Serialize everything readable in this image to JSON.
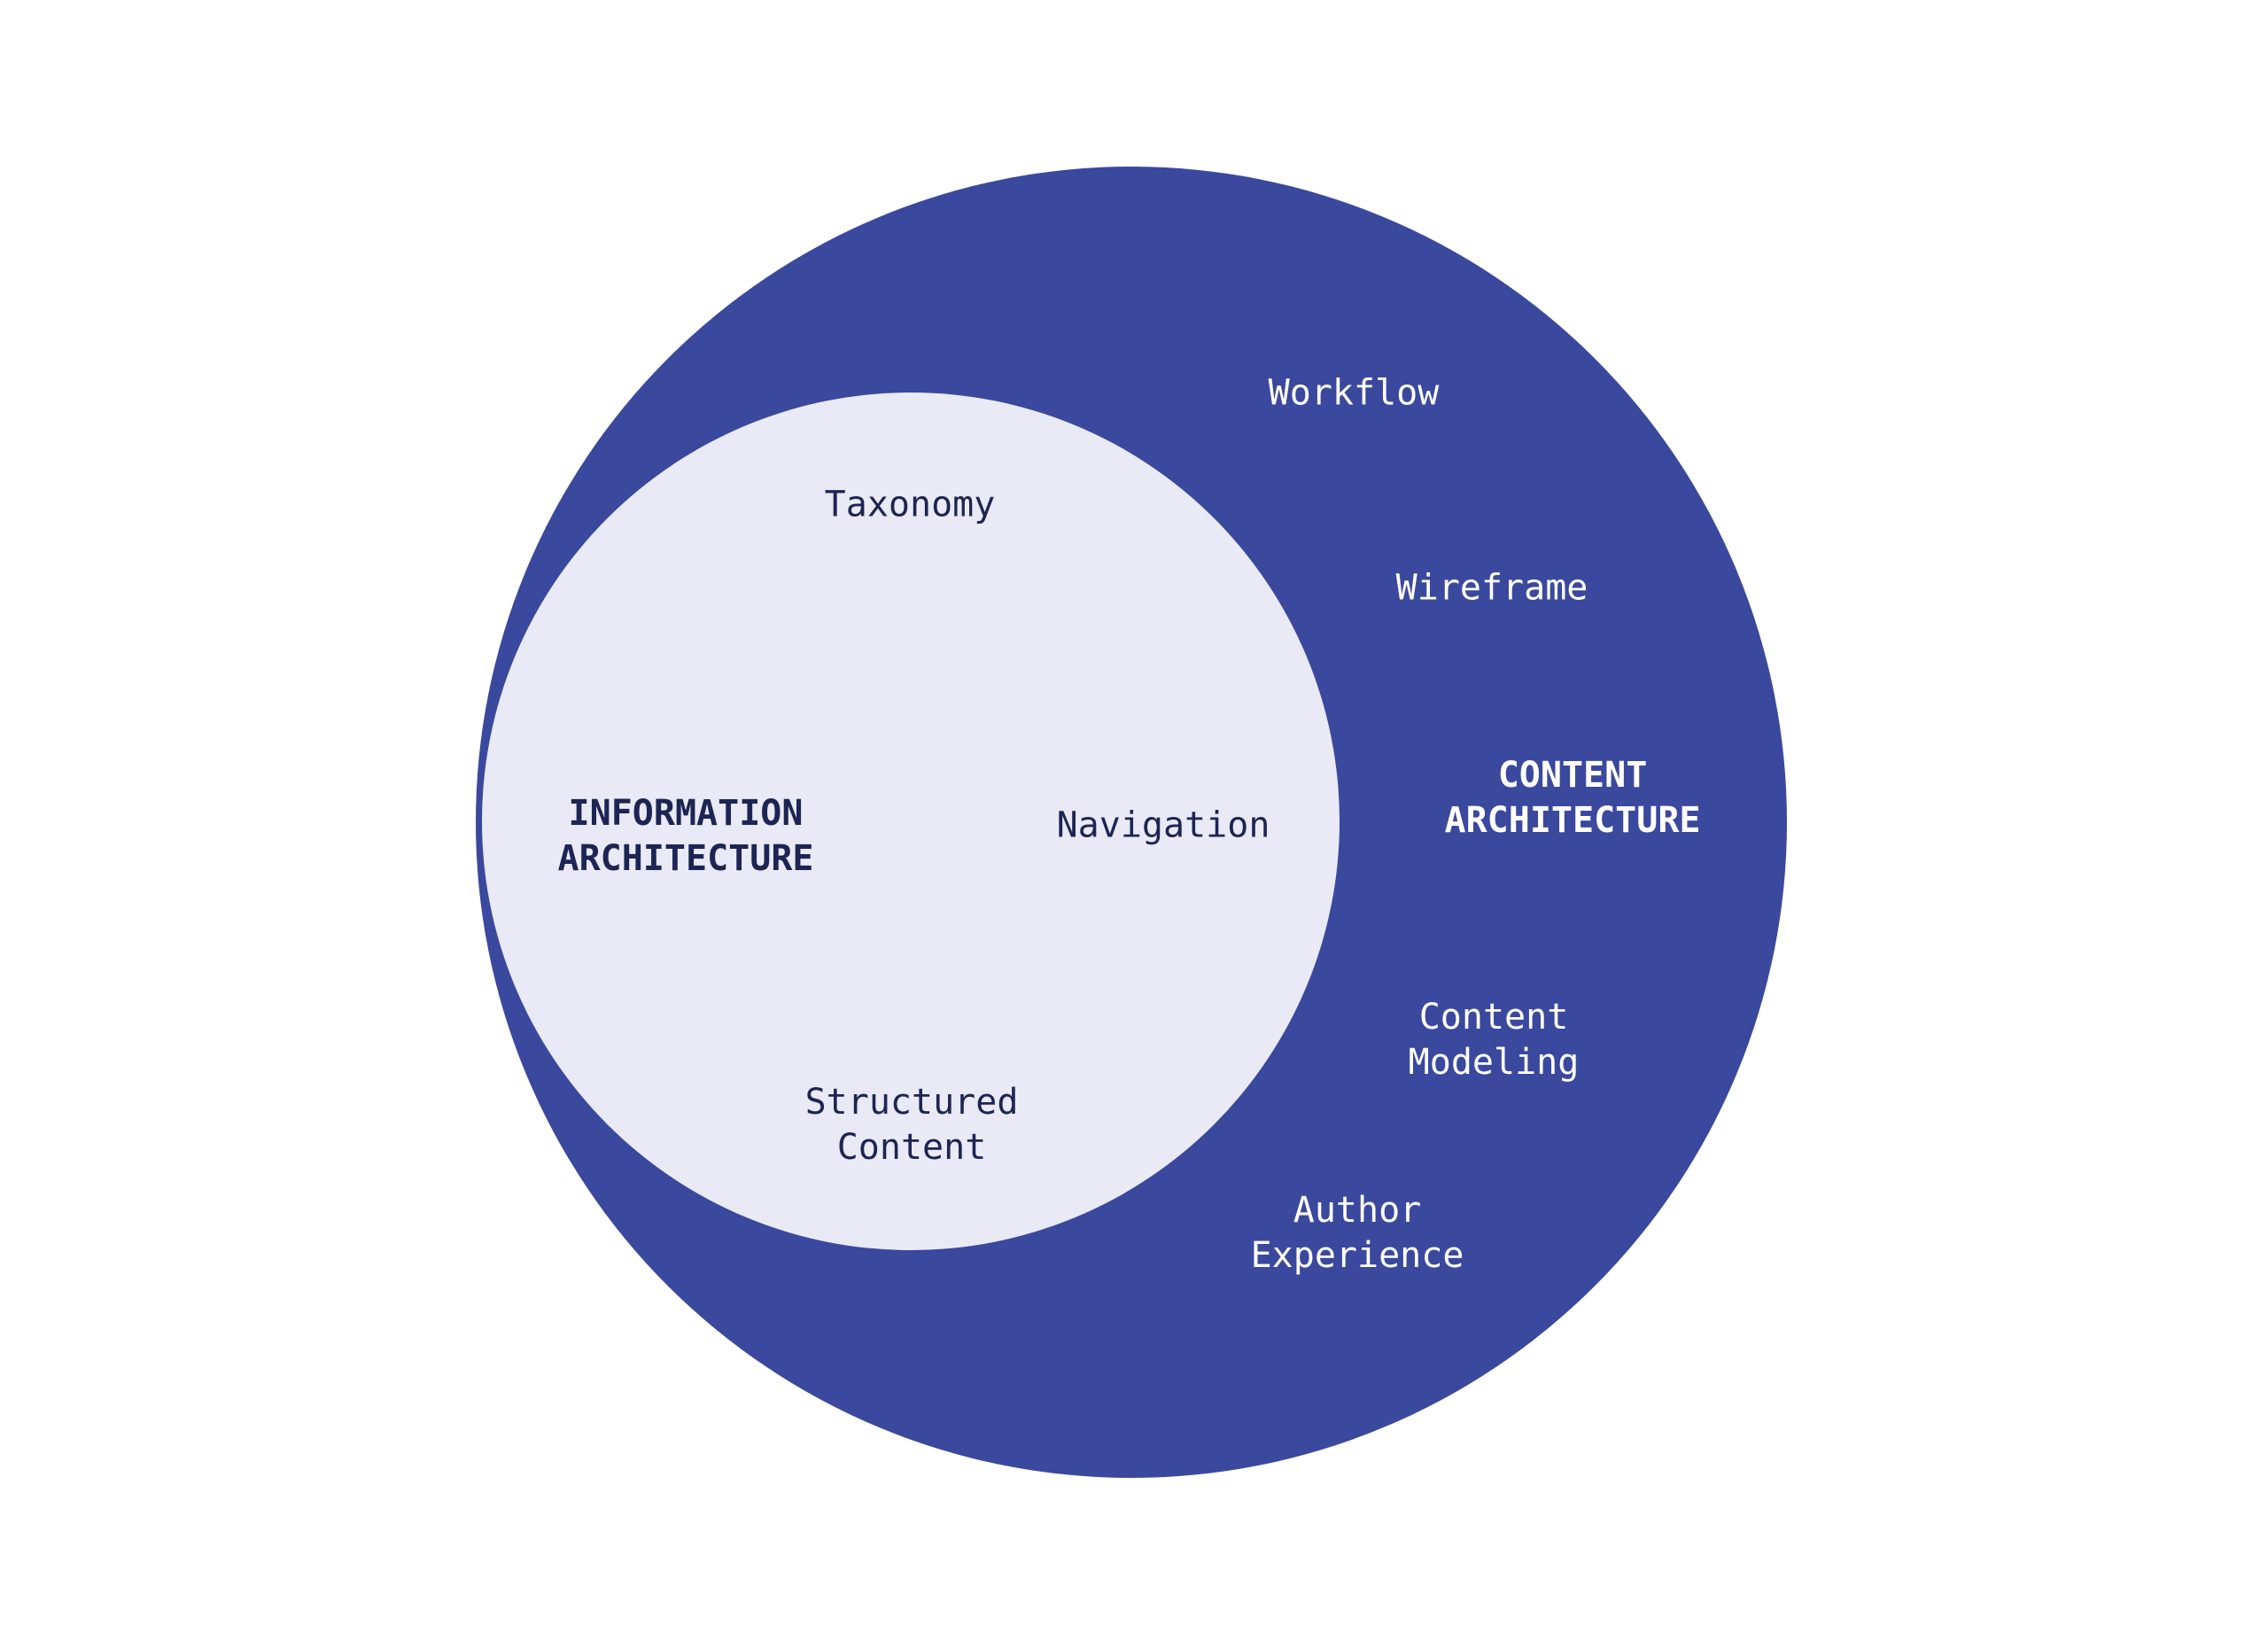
{
  "diagram": {
    "type": "venn-nested",
    "outer_set": {
      "title": "CONTENT\nARCHITECTURE",
      "fill_color": "#3A489E",
      "text_color": "#FFFFFF",
      "items": [
        "Workflow",
        "Wireframe",
        "Content Modeling",
        "Author Experience"
      ]
    },
    "inner_set": {
      "title": "INFORMATION\nARCHITECTURE",
      "fill_color": "#E9EAF5",
      "text_color": "#1C2553",
      "items": [
        "Taxonomy",
        "Navigation",
        "Structured Content"
      ]
    }
  },
  "labels": {
    "workflow": "Workflow",
    "taxonomy": "Taxonomy",
    "wireframe": "Wireframe",
    "content_architecture": "CONTENT\nARCHITECTURE",
    "navigation": "Navigation",
    "information_architecture": "INFORMATION\nARCHITECTURE",
    "content_modeling": "Content\nModeling",
    "structured_content": "Structured\nContent",
    "author_experience": "Author\nExperience"
  }
}
